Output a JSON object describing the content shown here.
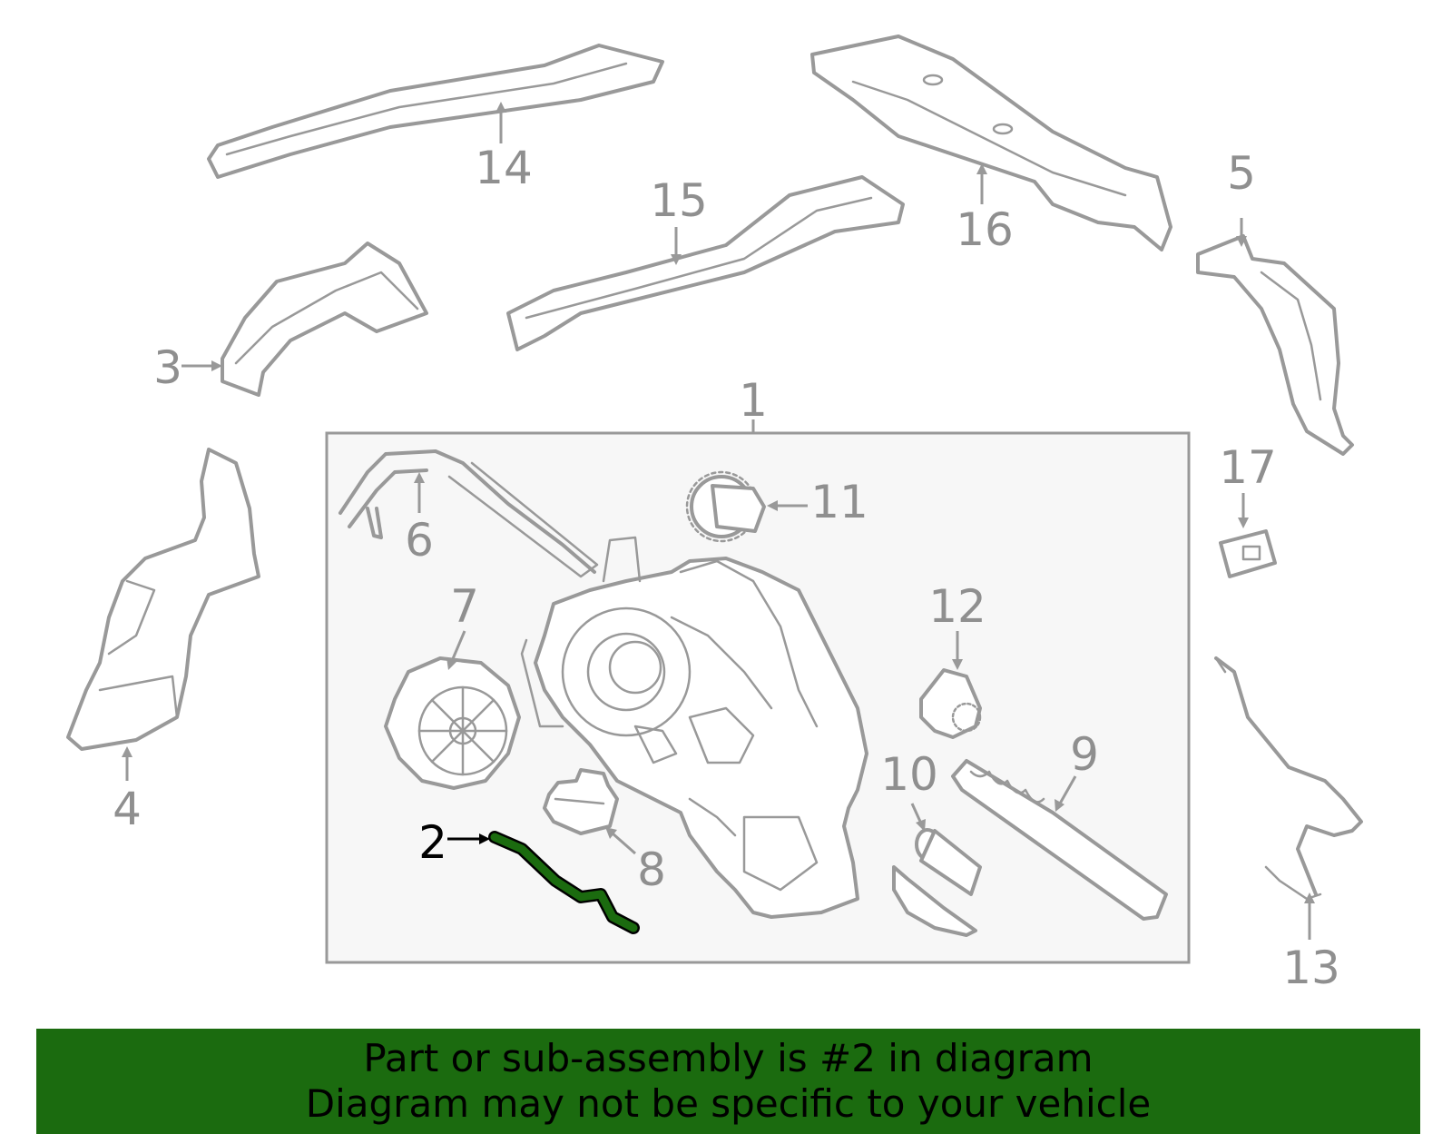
{
  "colors": {
    "line": "#999999",
    "label": "#8f8f8f",
    "highlight_part": "#1b6b0f",
    "highlight_label": "#000000",
    "box_fill": "#f7f7f7",
    "banner": "#1b6b0f"
  },
  "callouts": [
    {
      "id": "1",
      "text": "1",
      "highlighted": false
    },
    {
      "id": "2",
      "text": "2",
      "highlighted": true
    },
    {
      "id": "3",
      "text": "3",
      "highlighted": false
    },
    {
      "id": "4",
      "text": "4",
      "highlighted": false
    },
    {
      "id": "5",
      "text": "5",
      "highlighted": false
    },
    {
      "id": "6",
      "text": "6",
      "highlighted": false
    },
    {
      "id": "7",
      "text": "7",
      "highlighted": false
    },
    {
      "id": "8",
      "text": "8",
      "highlighted": false
    },
    {
      "id": "9",
      "text": "9",
      "highlighted": false
    },
    {
      "id": "10",
      "text": "10",
      "highlighted": false
    },
    {
      "id": "11",
      "text": "11",
      "highlighted": false
    },
    {
      "id": "12",
      "text": "12",
      "highlighted": false
    },
    {
      "id": "13",
      "text": "13",
      "highlighted": false
    },
    {
      "id": "14",
      "text": "14",
      "highlighted": false
    },
    {
      "id": "15",
      "text": "15",
      "highlighted": false
    },
    {
      "id": "16",
      "text": "16",
      "highlighted": false
    },
    {
      "id": "17",
      "text": "17",
      "highlighted": false
    }
  ],
  "banner": {
    "line1": "Part or sub-assembly is #2 in diagram",
    "line2": "Diagram may not be specific to your vehicle"
  }
}
